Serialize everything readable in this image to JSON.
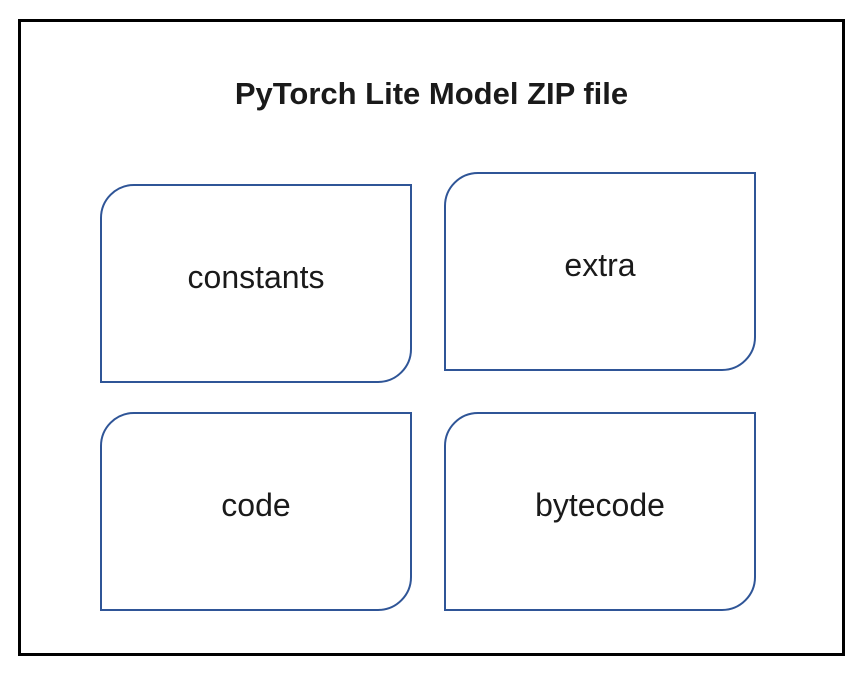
{
  "diagram": {
    "title": "PyTorch Lite Model ZIP file",
    "boxes": [
      {
        "label": "constants"
      },
      {
        "label": "extra"
      },
      {
        "label": "code"
      },
      {
        "label": "bytecode"
      }
    ],
    "colors": {
      "background": "#ffffff",
      "frame_border": "#000000",
      "box_border": "#2f5597",
      "text": "#1a1a1a"
    }
  }
}
